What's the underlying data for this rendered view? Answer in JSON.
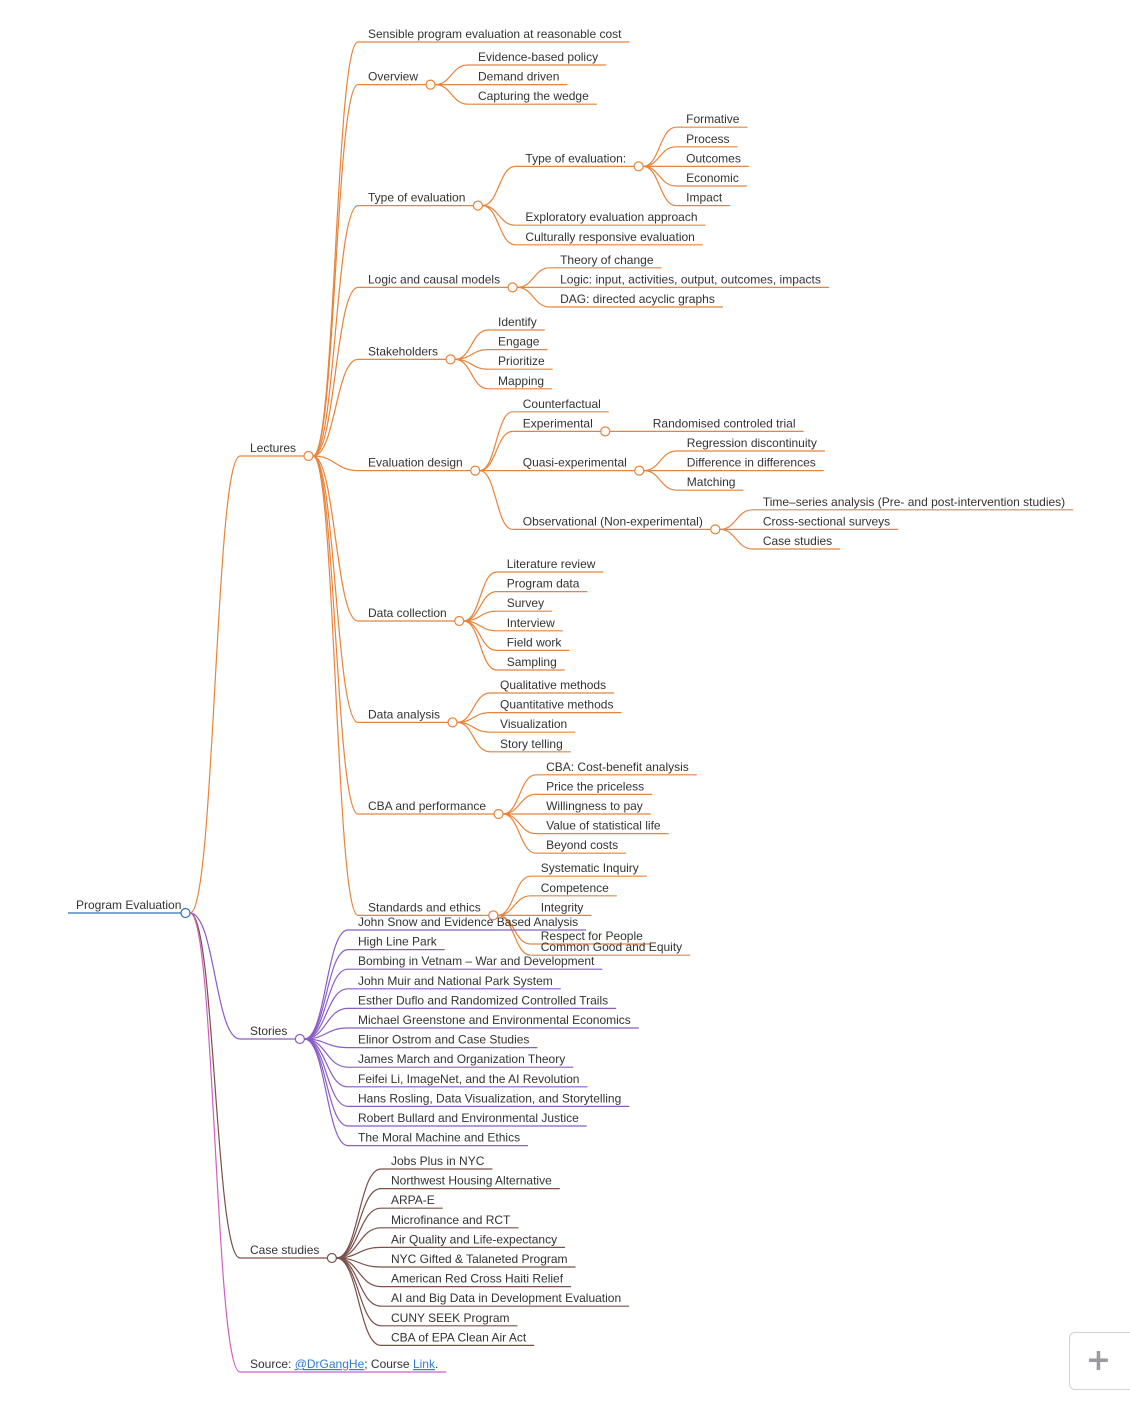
{
  "mindmap": {
    "root": {
      "label": "Program Evaluation",
      "color": "#2f6fb8",
      "children": [
        {
          "label": "Lectures",
          "color": "#e8833a",
          "children": [
            {
              "label": "Sensible program evaluation at reasonable cost"
            },
            {
              "label": "Overview",
              "children": [
                {
                  "label": "Evidence-based policy"
                },
                {
                  "label": "Demand driven"
                },
                {
                  "label": "Capturing the wedge"
                }
              ]
            },
            {
              "label": "Type of evaluation",
              "children": [
                {
                  "label": "Type of evaluation:",
                  "children": [
                    {
                      "label": "Formative"
                    },
                    {
                      "label": "Process"
                    },
                    {
                      "label": "Outcomes"
                    },
                    {
                      "label": "Economic"
                    },
                    {
                      "label": "Impact"
                    }
                  ]
                },
                {
                  "label": "Exploratory evaluation approach"
                },
                {
                  "label": "Culturally responsive evaluation"
                }
              ]
            },
            {
              "label": "Logic and causal models",
              "children": [
                {
                  "label": "Theory of change"
                },
                {
                  "label": "Logic: input, activities, output, outcomes, impacts"
                },
                {
                  "label": "DAG: directed acyclic graphs"
                }
              ]
            },
            {
              "label": "Stakeholders",
              "children": [
                {
                  "label": "Identify"
                },
                {
                  "label": "Engage"
                },
                {
                  "label": "Prioritize"
                },
                {
                  "label": "Mapping"
                }
              ]
            },
            {
              "label": "Evaluation design",
              "children": [
                {
                  "label": "Counterfactual"
                },
                {
                  "label": "Experimental",
                  "children": [
                    {
                      "label": "Randomised controled trial"
                    }
                  ]
                },
                {
                  "label": "Quasi-experimental",
                  "children": [
                    {
                      "label": "Regression discontinuity"
                    },
                    {
                      "label": "Difference in differences"
                    },
                    {
                      "label": "Matching"
                    }
                  ]
                },
                {
                  "label": "Observational (Non-experimental)",
                  "children": [
                    {
                      "label": "Time–series analysis (Pre- and post-intervention studies)"
                    },
                    {
                      "label": "Cross-sectional surveys"
                    },
                    {
                      "label": "Case studies"
                    }
                  ]
                }
              ]
            },
            {
              "label": "Data collection",
              "children": [
                {
                  "label": "Literature review"
                },
                {
                  "label": "Program data"
                },
                {
                  "label": "Survey"
                },
                {
                  "label": "Interview"
                },
                {
                  "label": "Field work"
                },
                {
                  "label": "Sampling"
                }
              ]
            },
            {
              "label": "Data analysis",
              "children": [
                {
                  "label": "Qualitative methods"
                },
                {
                  "label": "Quantitative methods"
                },
                {
                  "label": "Visualization"
                },
                {
                  "label": "Story telling"
                }
              ]
            },
            {
              "label": "CBA and performance",
              "children": [
                {
                  "label": "CBA: Cost-benefit analysis"
                },
                {
                  "label": "Price the priceless"
                },
                {
                  "label": "Willingness to pay"
                },
                {
                  "label": "Value of statistical life"
                },
                {
                  "label": "Beyond costs"
                }
              ]
            },
            {
              "label": "Standards and ethics",
              "children": [
                {
                  "label": "Systematic Inquiry"
                },
                {
                  "label": "Competence"
                },
                {
                  "label": "Integrity"
                },
                {
                  "label": "Respect for People"
                },
                {
                  "label": "Common Good and Equity"
                }
              ]
            }
          ]
        },
        {
          "label": "Stories",
          "color": "#8a5cc6",
          "children": [
            {
              "label": "John Snow and Evidence Based Analysis"
            },
            {
              "label": "High Line Park"
            },
            {
              "label": "Bombing in Vetnam – War and Development"
            },
            {
              "label": "John Muir and National Park System"
            },
            {
              "label": "Esther Duflo and Randomized Controlled Trails"
            },
            {
              "label": "Michael Greenstone and Environmental Economics"
            },
            {
              "label": "Elinor Ostrom and Case Studies"
            },
            {
              "label": "James March and Organization Theory"
            },
            {
              "label": "Feifei Li, ImageNet, and the AI Revolution"
            },
            {
              "label": "Hans Rosling, Data Visualization, and Storytelling"
            },
            {
              "label": "Robert Bullard and Environmental Justice"
            },
            {
              "label": "The Moral Machine and Ethics"
            }
          ]
        },
        {
          "label": "Case studies",
          "color": "#7a5048",
          "children": [
            {
              "label": "Jobs Plus in NYC"
            },
            {
              "label": "Northwest Housing Alternative"
            },
            {
              "label": "ARPA-E"
            },
            {
              "label": "Microfinance and RCT"
            },
            {
              "label": "Air Quality and Life-expectancy"
            },
            {
              "label": "NYC Gifted & Talaneted Program"
            },
            {
              "label": "American Red Cross Haiti Relief"
            },
            {
              "label": "AI and Big Data in Development Evaluation"
            },
            {
              "label": "CUNY SEEK Program"
            },
            {
              "label": "CBA of EPA Clean Air Act"
            }
          ]
        },
        {
          "label": "",
          "color": "#d25ec0",
          "rich": [
            {
              "text": "Source: "
            },
            {
              "text": "@DrGangHe",
              "link": true
            },
            {
              "text": "; Course "
            },
            {
              "text": "Link",
              "link": true
            },
            {
              "text": "."
            }
          ]
        }
      ]
    }
  },
  "controls": {
    "zoom_in_label": "+"
  },
  "colors": {
    "link": "#2f7bd6",
    "text": "#333333",
    "zoom_button_border": "#d3d3d6"
  }
}
